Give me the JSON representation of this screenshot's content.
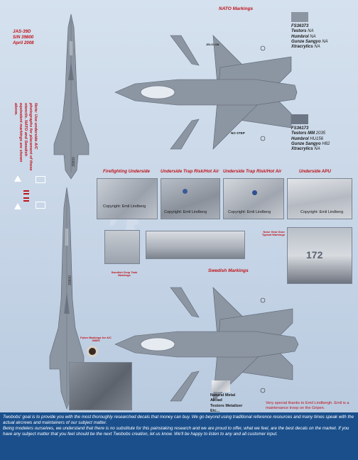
{
  "aircraft": {
    "designation": "JAS-39D",
    "serial": "S/N 39800",
    "date": "April 2008"
  },
  "note": {
    "label": "Note:",
    "text": "Use underside A/C photographs for placement of these stencils. NATO and Swedish equivalent markings are shown above."
  },
  "sections": {
    "nato": "NATO Markings",
    "swedish": "Swedish Markings"
  },
  "paint_upper": {
    "fs": "FS36373",
    "lines": [
      {
        "brand": "Testors",
        "code": "NA"
      },
      {
        "brand": "Humbrol",
        "code": "NA"
      },
      {
        "brand": "Gunze Sangyo",
        "code": "NA"
      },
      {
        "brand": "Xtracrylics",
        "code": "NA"
      }
    ],
    "color": "#8c95a2"
  },
  "paint_lower": {
    "fs": "FS36173",
    "lines": [
      {
        "brand": "Testors MM",
        "code": "2035"
      },
      {
        "brand": "Humbrol",
        "code": "HU156"
      },
      {
        "brand": "Gunze Sangyo",
        "code": "H82"
      },
      {
        "brand": "Xtracrylics",
        "code": "NA"
      }
    ],
    "color": "#6d7684"
  },
  "photo_headers": [
    "Firefighting Underside",
    "Underside Trap Risk/Hot Air",
    "Underside Trap Risk/Hot Air",
    "Underside APU"
  ],
  "copyright": "Copyright: Emil Lindberg",
  "callouts": {
    "swedish_drop_tank": "Swedish Drop Tank Markings",
    "nose_gear_door": "Nose Gear Door Typical Markings",
    "pylon": "Pylon Markings for A/C 39800",
    "no_step": "NO STEP",
    "jelio": "JELIO UN"
  },
  "natural_metal": [
    "Natural Metal",
    "Alclad",
    "Testors Metalizer",
    "Etc..."
  ],
  "thanks": "Very special thanks to Emil Lindbergh. Emil is a maintenance troop on the Gripen.",
  "footer": {
    "p1": "Twobobs' goal is to provide you with the most thoroughly researched decals that money can buy.  We go beyond using traditional reference resources and many times speak with the actual aircrews and maintainers of our subject matter.",
    "p2": "Being modelers ourselves, we understand that there is no substitute for this painstaking research and we are proud to offer, what we feel, are the best decals on the market.  If you have any subject matter that you feel should be the next Twobobs creation, let us know.  We'll be happy to listen to any and all customer input."
  },
  "serial_stencils": [
    "39800",
    "39800",
    "39800"
  ],
  "colors": {
    "accent_red": "#c0141b",
    "footer_bg": "#1a4f8c",
    "aircraft_grey": "#8c95a2"
  }
}
